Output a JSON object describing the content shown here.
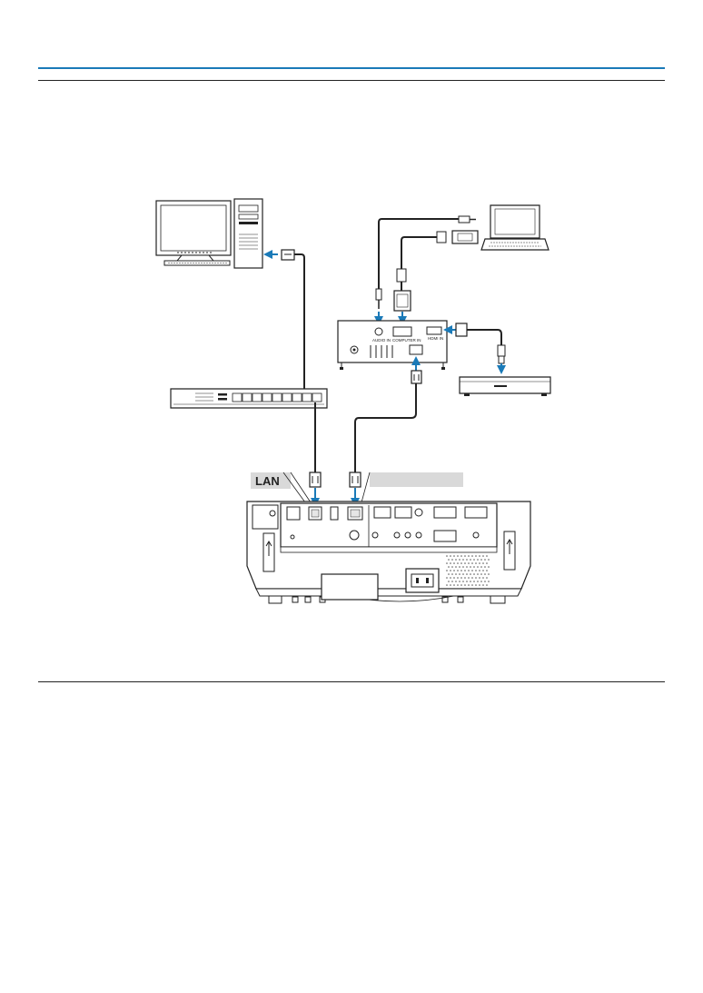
{
  "labels": {
    "lan": "LAN",
    "audio_in": "AUDIO IN",
    "computer_in": "COMPUTER IN",
    "hdmi_in": "HDMI IN"
  },
  "colors": {
    "accent_rule": "#1a7ab8",
    "arrow_blue": "#1a7ab8",
    "cable": "#222222",
    "label_bg": "#d9d9d9"
  }
}
